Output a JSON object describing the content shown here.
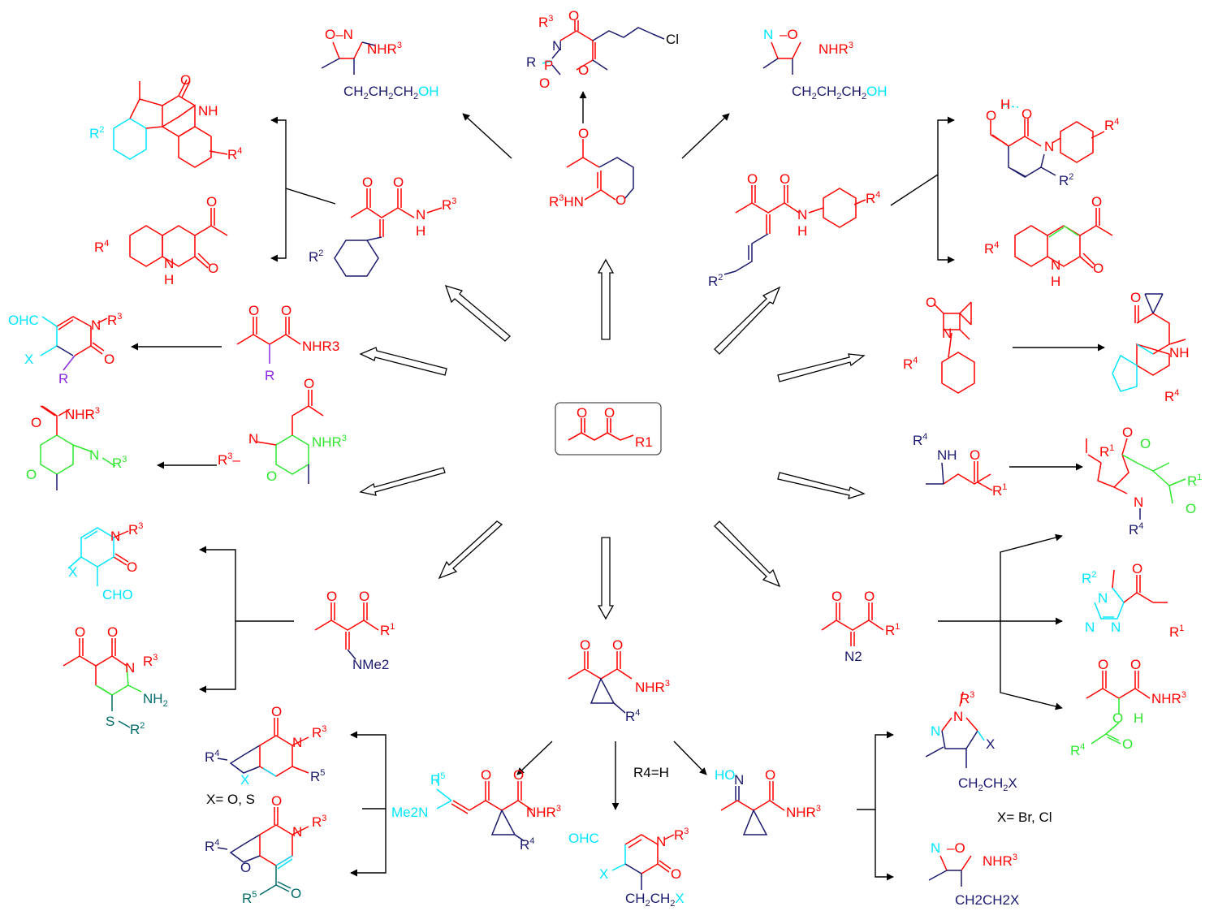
{
  "colors": {
    "red": "#ff0000",
    "navy": "#1a1a6e",
    "cyan": "#00e5ff",
    "green": "#2ee82e",
    "purple": "#8a2be2",
    "teal": "#006b6b",
    "black": "#000000"
  },
  "center": {
    "label": "R1"
  },
  "conditions": {
    "r4h": "R4=H",
    "xos": "X= O, S",
    "xbrcl": "X= Br, Cl"
  },
  "labels": {
    "nhr3": "NHR3",
    "cho": "CHO",
    "ohc": "OHC",
    "nme2": "NMe2",
    "me2n": "Me2N",
    "ch2ch2ch2oh": "CH2CH2CH2OH",
    "ch2ch2x": "CH2CH2X",
    "n2": "N2",
    "cl": "Cl",
    "ho": "HO"
  }
}
